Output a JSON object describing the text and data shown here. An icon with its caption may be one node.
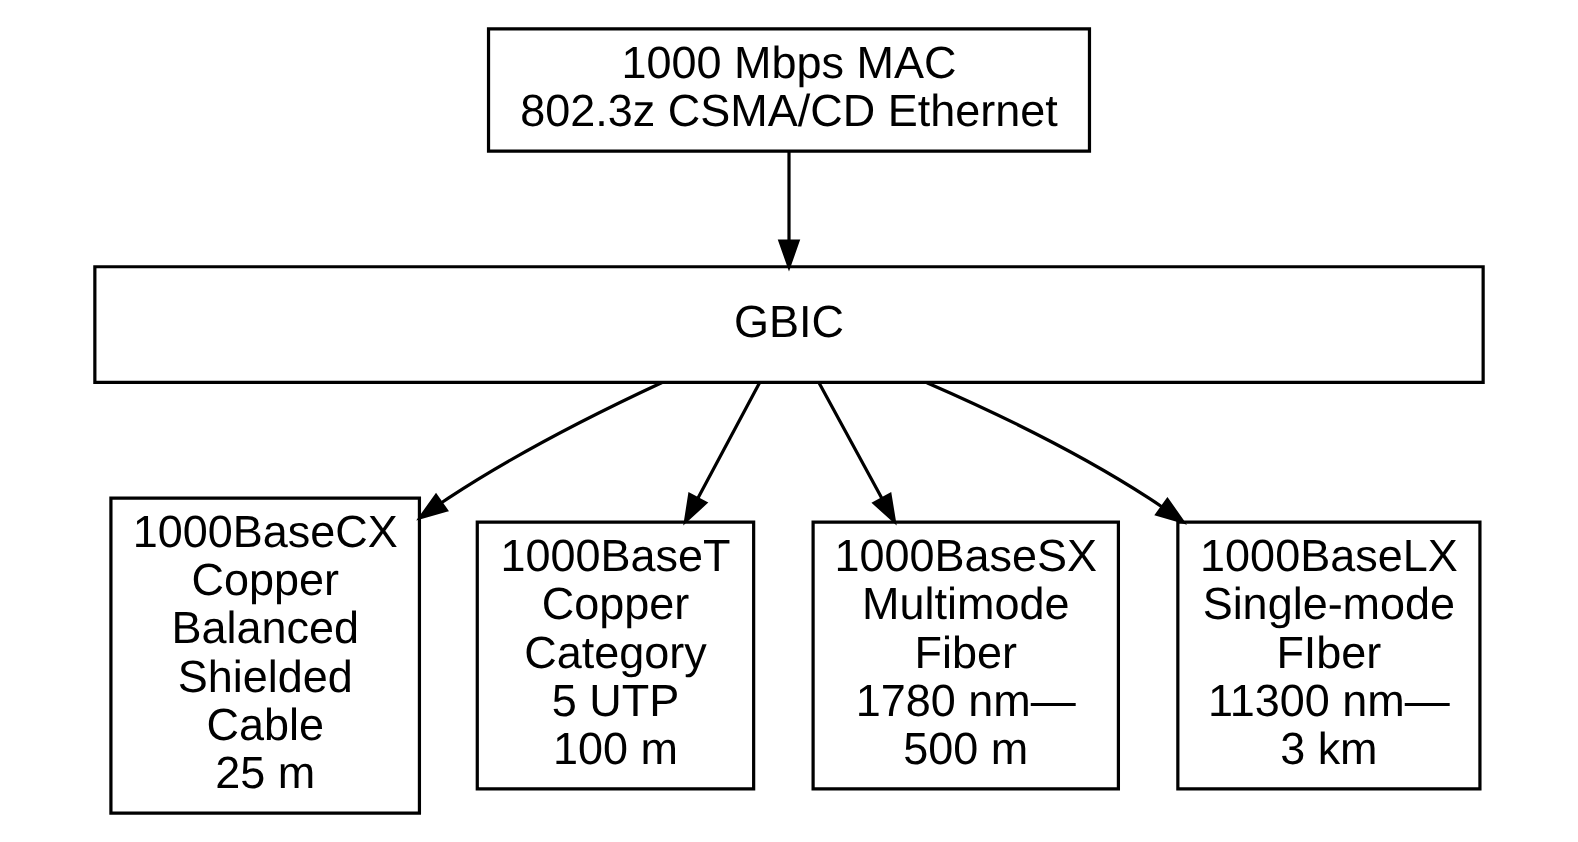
{
  "diagram": {
    "nodes": [
      {
        "text": [
          "1000 Mbps MAC 802.3z CSMA/CD Ethernet"
        ]
      },
      {
        "text": [
          "GBIC"
        ]
      },
      {
        "text": [
          "1000BaseCX",
          "Copper Balanced Shielded Cable",
          "25 m"
        ]
      },
      {
        "text": [
          "1000BaseT",
          "Copper Category 5 UTP",
          "100 m"
        ]
      },
      {
        "text": [
          "1000BaseSX",
          "Multimode Fiber",
          "1780 nm—",
          "500 m"
        ]
      },
      {
        "text": [
          "1000BaseLX",
          "Single-mode FIber",
          "11300 nm—",
          "3 km"
        ]
      }
    ],
    "edges": [
      {
        "from": 0,
        "to": 1,
        "arrow": "to"
      },
      {
        "from": 1,
        "to": 2,
        "arrow": "to"
      },
      {
        "from": 1,
        "to": 3,
        "arrow": "to"
      },
      {
        "from": 1,
        "to": 4,
        "arrow": "to"
      },
      {
        "from": 1,
        "to": 5,
        "arrow": "to"
      }
    ]
  }
}
